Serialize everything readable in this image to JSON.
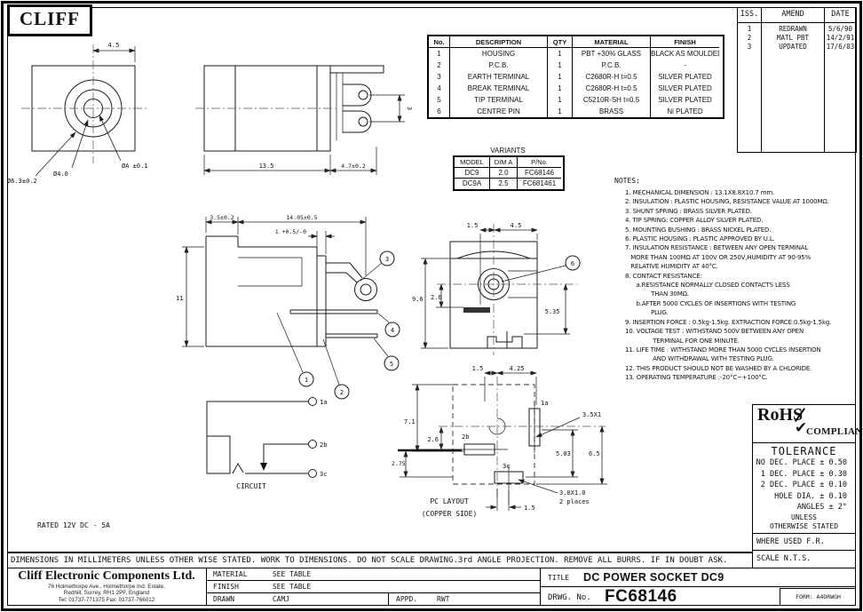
{
  "logo": "CLIFF",
  "revision_table": {
    "headers": [
      "ISS.",
      "AMEND",
      "DATE"
    ],
    "rows": [
      [
        "1",
        "REDRAWN",
        "5/6/90"
      ],
      [
        "2",
        "MATL PBT",
        "14/2/91"
      ],
      [
        "3",
        "UPDATED",
        "17/6/03"
      ]
    ]
  },
  "parts_table": {
    "headers": [
      "No.",
      "DESCRIPTION",
      "QTY",
      "MATERIAL",
      "FINISH"
    ],
    "rows": [
      [
        "1",
        "HOUSING",
        "1",
        "PBT +30% GLASS",
        "BLACK AS MOULDED"
      ],
      [
        "2",
        "P.C.B.",
        "1",
        "P.C.B.",
        "-"
      ],
      [
        "3",
        "EARTH TERMINAL",
        "1",
        "C2680R-H t=0.5",
        "SILVER PLATED"
      ],
      [
        "4",
        "BREAK TERMINAL",
        "1",
        "C2680R-H t=0.5",
        "SILVER PLATED"
      ],
      [
        "5",
        "TIP TERMINAL",
        "1",
        "C5210R-SH t=0.5",
        "SILVER PLATED"
      ],
      [
        "6",
        "CENTRE PIN",
        "1",
        "BRASS",
        "Ni PLATED"
      ]
    ]
  },
  "variants": {
    "title": "VARIANTS",
    "headers": [
      "MODEL",
      "DIM A",
      "P/No."
    ],
    "rows": [
      [
        "DC9",
        "2.0",
        "FC68146"
      ],
      [
        "DC9A",
        "2.5",
        "FC681461"
      ]
    ]
  },
  "notes": {
    "heading": "NOTES:",
    "items": [
      "1. MECHANICAL DIMENSION : 13.1X8.8X10.7 mm.",
      "2. INSULATION : PLASTIC HOUSING, RESISTANCE VALUE AT 1000MΩ.",
      "3. SHUNT SPRING : BRASS SILVER PLATED.",
      "4. TIP SPRING: COPPER ALLOY SILVER PLATED.",
      "5. MOUNTING BUSHING : BRASS NICKEL PLATED.",
      "6. PLASTIC HOUSING : PLASTIC APPROVED BY U.L.",
      "7. INSULATION RESISTANCE : BETWEEN ANY OPEN TERMINAL\n   MORE THAN 100MΩ AT 100V OR 250V,HUMIDITY AT 90-95%\n   RELATIVE HUMIDITY AT 40°C.",
      "8. CONTACT RESISTANCE:\n      a.RESISTANCE NORMALLY CLOSED CONTACTS LESS\n              THAN 30MΩ.\n      b.AFTER 5000 CYCLES OF INSERTIONS WITH TESTING\n              PLUG.",
      "9. INSERTION FORCE : 0.5kg-1.5kg. EXTRACTION FORCE:0.5kg-1.5kg.",
      "10. VOLTAGE TEST : WITHSTAND 500V BETWEEN ANY OPEN\n               TERMINAL FOR ONE MINUTE.",
      "11. LIFE TIME : WITHSTAND MORE THAN 5000 CYCLES INSERTION\n               AND WITHDRAWAL WITH TESTING PLUG.",
      "12. THIS PRODUCT SHOULD NOT BE WASHED BY A CHLORIDE.",
      "13. OPERATING TEMPERATURE :-20°C~+100°C."
    ]
  },
  "rohs": {
    "word": "RoHS",
    "check": "✔",
    "compliant": "COMPLIANT"
  },
  "tolerance": {
    "title": "TOLERANCE",
    "rows": [
      "NO DEC. PLACE ± 0.50",
      "1 DEC. PLACE ± 0.30",
      "2 DEC. PLACE ± 0.10",
      "HOLE DIA. ± 0.10",
      "ANGLES ± 2°"
    ],
    "unless1": "UNLESS",
    "unless2": "OTHERWISE STATED",
    "where_used": "WHERE USED F.R.",
    "scale": "SCALE N.T.S."
  },
  "bottom_strip": "DIMENSIONS IN MILLIMETERS UNLESS OTHER WISE STATED. WORK TO DIMENSIONS. DO NOT SCALE DRAWING.3rd ANGLE PROJECTION. REMOVE ALL BURRS. IF IN DOUBT ASK.",
  "title_block": {
    "company": "Cliff Electronic Components Ltd.",
    "address1": "76 Holmethorpe Ave., Holmethorpe Ind. Estate,",
    "address2": "Redhill, Surrey, RH1 2PF, England",
    "address3": "Tel: 01737-771375 Fax: 01737-766012",
    "material_label": "MATERIAL",
    "material_value": "SEE TABLE",
    "finish_label": "FINISH",
    "finish_value": "SEE TABLE",
    "drawn_label": "DRAWN",
    "drawn_value": "CAMJ",
    "appd_label": "APPD.",
    "appd_value": "RWT",
    "title_label": "TITLE",
    "title_value": "DC POWER SOCKET DC9",
    "drwg_label": "DRWG. No.",
    "drwg_value": "FC68146",
    "form": "FORM: A4DRWGH"
  },
  "drawing": {
    "front1": {
      "d45": "4.5",
      "lead_outer": "Ø6.3±0.2",
      "lead_mid": "Ø4.0",
      "lead_pin": "ØA ±0.1"
    },
    "side1": {
      "d135": "13.5",
      "d47": "4.7±0.2",
      "d3": "3"
    },
    "section": {
      "d35": "3.5±0.2",
      "d1405": "14.05±0.5",
      "d1tol": "1 +0.5/-0",
      "d11": "11",
      "b1": "1",
      "b2": "2",
      "b3": "3",
      "b4": "4",
      "b5": "5"
    },
    "front2": {
      "d15": "1.5",
      "d45": "4.5",
      "d96": "9.6",
      "d26": "2.6",
      "d535": "5.35",
      "b6": "6"
    },
    "pcb": {
      "d15t": "1.5",
      "d425": "4.25",
      "d71": "7.1",
      "d26": "2.6",
      "d275": "2.75",
      "d503": "5.03",
      "d65": "6.5",
      "pad1": "1a",
      "pad2": "2b",
      "pad3": "3c",
      "n35": "3.5X1",
      "n30": "3.0X1.0",
      "n30b": "2 places",
      "d15b": "1.5",
      "cap1": "PC LAYOUT",
      "cap2": "(COPPER SIDE)"
    },
    "circuit": {
      "t1a": "1a",
      "t2b": "2b",
      "t3c": "3c",
      "label": "CIRCUIT"
    },
    "rated": "RATED 12V DC - 5A"
  }
}
